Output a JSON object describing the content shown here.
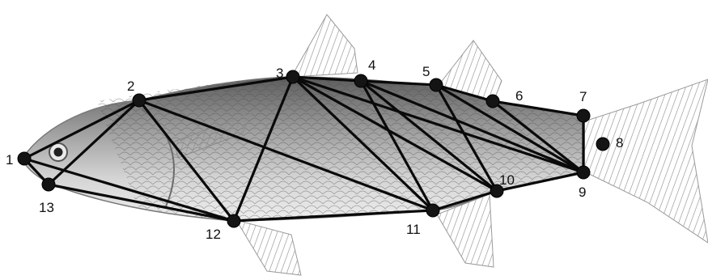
{
  "landmarks": [
    {
      "id": "1",
      "label": "1"
    },
    {
      "id": "2",
      "label": "2"
    },
    {
      "id": "3",
      "label": "3"
    },
    {
      "id": "4",
      "label": "4"
    },
    {
      "id": "5",
      "label": "5"
    },
    {
      "id": "6",
      "label": "6"
    },
    {
      "id": "7",
      "label": "7"
    },
    {
      "id": "8",
      "label": "8"
    },
    {
      "id": "9",
      "label": "9"
    },
    {
      "id": "10",
      "label": "10"
    },
    {
      "id": "11",
      "label": "11"
    },
    {
      "id": "12",
      "label": "12"
    },
    {
      "id": "13",
      "label": "13"
    }
  ],
  "edges": [
    [
      "1",
      "2"
    ],
    [
      "1",
      "13"
    ],
    [
      "1",
      "12"
    ],
    [
      "2",
      "13"
    ],
    [
      "2",
      "3"
    ],
    [
      "2",
      "12"
    ],
    [
      "2",
      "11"
    ],
    [
      "3",
      "4"
    ],
    [
      "3",
      "12"
    ],
    [
      "3",
      "11"
    ],
    [
      "3",
      "10"
    ],
    [
      "3",
      "9"
    ],
    [
      "4",
      "11"
    ],
    [
      "4",
      "10"
    ],
    [
      "4",
      "9"
    ],
    [
      "4",
      "5"
    ],
    [
      "5",
      "10"
    ],
    [
      "5",
      "9"
    ],
    [
      "5",
      "6"
    ],
    [
      "6",
      "9"
    ],
    [
      "6",
      "7"
    ],
    [
      "7",
      "9"
    ],
    [
      "9",
      "10"
    ],
    [
      "10",
      "11"
    ],
    [
      "11",
      "12"
    ],
    [
      "12",
      "13"
    ]
  ]
}
